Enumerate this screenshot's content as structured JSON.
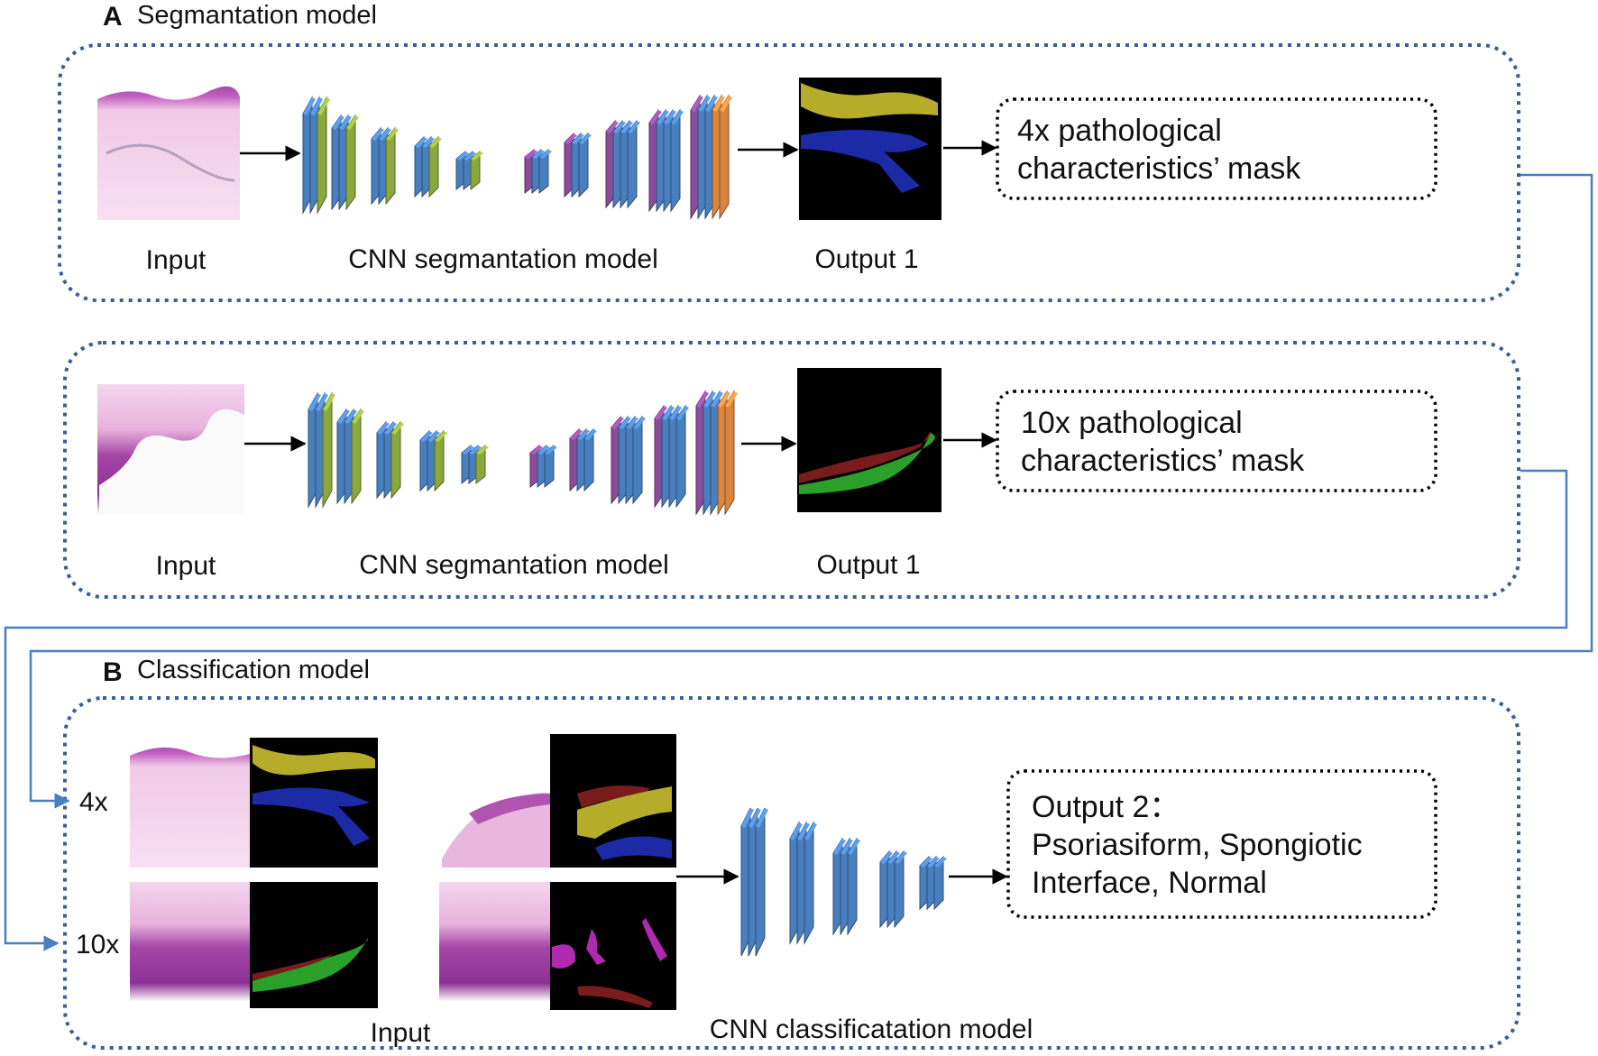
{
  "section_a": {
    "letter": "A",
    "title": "Segmantation model",
    "row1": {
      "input_label": "Input",
      "model_label": "CNN segmantation model",
      "output_label": "Output 1",
      "result_line1": "4x pathological",
      "result_line2": "characteristics’ mask"
    },
    "row2": {
      "input_label": "Input",
      "model_label": "CNN segmantation model",
      "output_label": "Output 1",
      "result_line1": "10x pathological",
      "result_line2": "characteristics’ mask"
    }
  },
  "section_b": {
    "letter": "B",
    "title": "Classification model",
    "scale_4x": "4x",
    "scale_10x": "10x",
    "input_label": "Input",
    "model_label": "CNN classificatation model",
    "result_line1": "Output 2：",
    "result_line2": "Psoriasiform, Spongiotic",
    "result_line3": "Interface, Normal"
  },
  "colors": {
    "frame_dotted": "#3b5f8f",
    "connector": "#4a7fc1",
    "layer_blue": "#4a7fbf",
    "layer_green": "#8aa83c",
    "layer_orange": "#d9843f",
    "layer_purple": "#8b4c9c",
    "mask_yellow": "#b5ad2a",
    "mask_blue": "#1c2aa6",
    "mask_red": "#7a1c1c",
    "mask_green": "#2aa02a",
    "mask_magenta": "#b02ab0"
  }
}
